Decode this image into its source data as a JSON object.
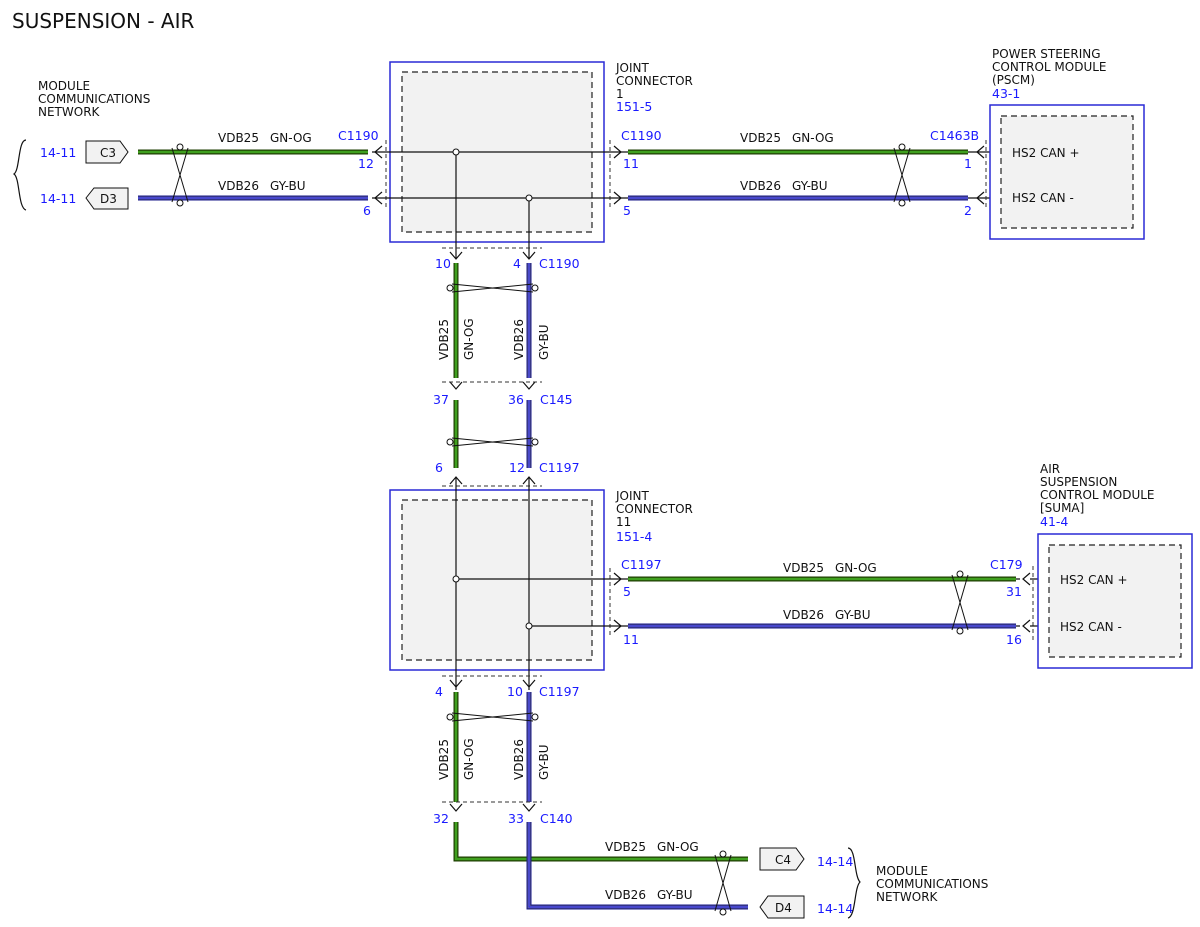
{
  "title": "SUSPENSION - AIR",
  "network_label": [
    "MODULE",
    "COMMUNICATIONS",
    "NETWORK"
  ],
  "net_refs": {
    "top_left_1": "14-11",
    "top_left_2": "14-11",
    "bottom_right_1": "14-14",
    "bottom_right_2": "14-14"
  },
  "flags": {
    "c3": "C3",
    "d3": "D3",
    "c4": "C4",
    "d4": "D4"
  },
  "wires": {
    "vdb25": "VDB25",
    "gn_og": "GN-OG",
    "vdb26": "VDB26",
    "gy_bu": "GY-BU"
  },
  "joint1": {
    "line1": "JOINT",
    "line2": "CONNECTOR",
    "line3": "1",
    "ref": "151-5"
  },
  "joint11": {
    "line1": "JOINT",
    "line2": "CONNECTOR",
    "line3": "11",
    "ref": "151-4"
  },
  "pscm": {
    "line1": "POWER STEERING",
    "line2": "CONTROL MODULE",
    "line3": "(PSCM)",
    "ref": "43-1",
    "pin_plus": "HS2 CAN +",
    "pin_minus": "HS2 CAN -"
  },
  "suma": {
    "line1": "AIR",
    "line2": "SUSPENSION",
    "line3": "CONTROL MODULE",
    "line4": "[SUMA]",
    "ref": "41-4",
    "pin_plus": "HS2 CAN +",
    "pin_minus": "HS2 CAN -"
  },
  "connectors": {
    "c1190": "C1190",
    "c1463b": "C1463B",
    "c145": "C145",
    "c1197": "C1197",
    "c179": "C179",
    "c140": "C140"
  },
  "pins": {
    "p12": "12",
    "p6": "6",
    "p11": "11",
    "p5": "5",
    "p1": "1",
    "p2": "2",
    "p10": "10",
    "p4": "4",
    "p37": "37",
    "p36": "36",
    "p6b": "6",
    "p12b": "12",
    "p5b": "5",
    "p11b": "11",
    "p31": "31",
    "p16": "16",
    "p4b": "4",
    "p10b": "10",
    "p32": "32",
    "p33": "33"
  }
}
